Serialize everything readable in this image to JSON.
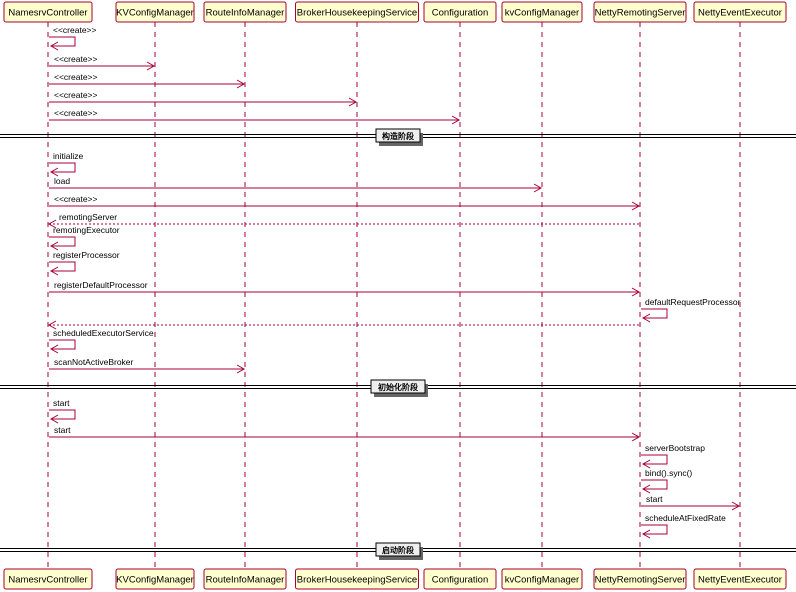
{
  "participants": [
    "NamesrvController",
    "KVConfigManager",
    "RouteInfoManager",
    "BrokerHousekeepingService",
    "Configuration",
    "kvConfigManager",
    "NettyRemotingServer",
    "NettyEventExecutor"
  ],
  "steps": [
    {
      "kind": "msg",
      "from": 0,
      "to": 0,
      "label": "<<create>>"
    },
    {
      "kind": "msg",
      "from": 0,
      "to": 1,
      "label": "<<create>>"
    },
    {
      "kind": "msg",
      "from": 0,
      "to": 2,
      "label": "<<create>>"
    },
    {
      "kind": "msg",
      "from": 0,
      "to": 3,
      "label": "<<create>>"
    },
    {
      "kind": "msg",
      "from": 0,
      "to": 4,
      "label": "<<create>>"
    },
    {
      "kind": "divider",
      "label": "构造阶段"
    },
    {
      "kind": "msg",
      "from": 0,
      "to": 0,
      "label": "initialize"
    },
    {
      "kind": "msg",
      "from": 0,
      "to": 5,
      "label": "load"
    },
    {
      "kind": "msg",
      "from": 0,
      "to": 6,
      "label": "<<create>>"
    },
    {
      "kind": "msg",
      "from": 6,
      "to": 0,
      "label": "remotingServer",
      "dashed": true
    },
    {
      "kind": "msg",
      "from": 0,
      "to": 0,
      "label": "remotingExecutor"
    },
    {
      "kind": "msg",
      "from": 0,
      "to": 0,
      "label": "registerProcessor"
    },
    {
      "kind": "msg",
      "from": 0,
      "to": 6,
      "label": "registerDefaultProcessor"
    },
    {
      "kind": "msg",
      "from": 6,
      "to": 6,
      "label": "defaultRequestProcessor"
    },
    {
      "kind": "msg",
      "from": 6,
      "to": 0,
      "label": "",
      "dashed": true
    },
    {
      "kind": "msg",
      "from": 0,
      "to": 0,
      "label": "scheduledExecutorService"
    },
    {
      "kind": "msg",
      "from": 0,
      "to": 2,
      "label": "scanNotActiveBroker"
    },
    {
      "kind": "divider",
      "label": "初始化阶段"
    },
    {
      "kind": "msg",
      "from": 0,
      "to": 0,
      "label": "start"
    },
    {
      "kind": "msg",
      "from": 0,
      "to": 6,
      "label": "start"
    },
    {
      "kind": "msg",
      "from": 6,
      "to": 6,
      "label": "serverBootstrap"
    },
    {
      "kind": "msg",
      "from": 6,
      "to": 6,
      "label": "bind().sync()"
    },
    {
      "kind": "msg",
      "from": 6,
      "to": 7,
      "label": "start"
    },
    {
      "kind": "msg",
      "from": 6,
      "to": 6,
      "label": "scheduleAtFixedRate"
    },
    {
      "kind": "divider",
      "label": "启动阶段"
    }
  ]
}
